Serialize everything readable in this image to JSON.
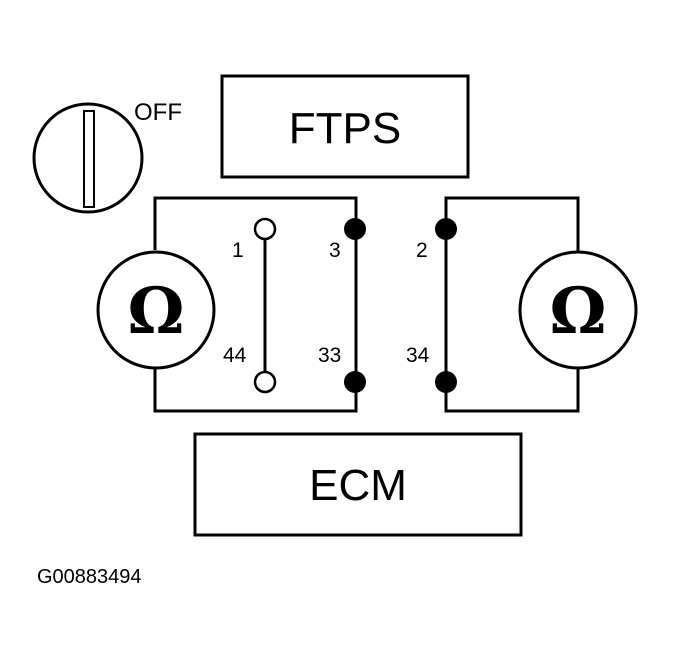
{
  "ignition_switch": {
    "position_label": "OFF"
  },
  "modules": {
    "top_label": "FTPS",
    "bottom_label": "ECM"
  },
  "meters": {
    "symbol": "Ω"
  },
  "pins": {
    "p1": "1",
    "p44": "44",
    "p3": "3",
    "p33": "33",
    "p2": "2",
    "p34": "34"
  },
  "figure_id": "G00883494"
}
